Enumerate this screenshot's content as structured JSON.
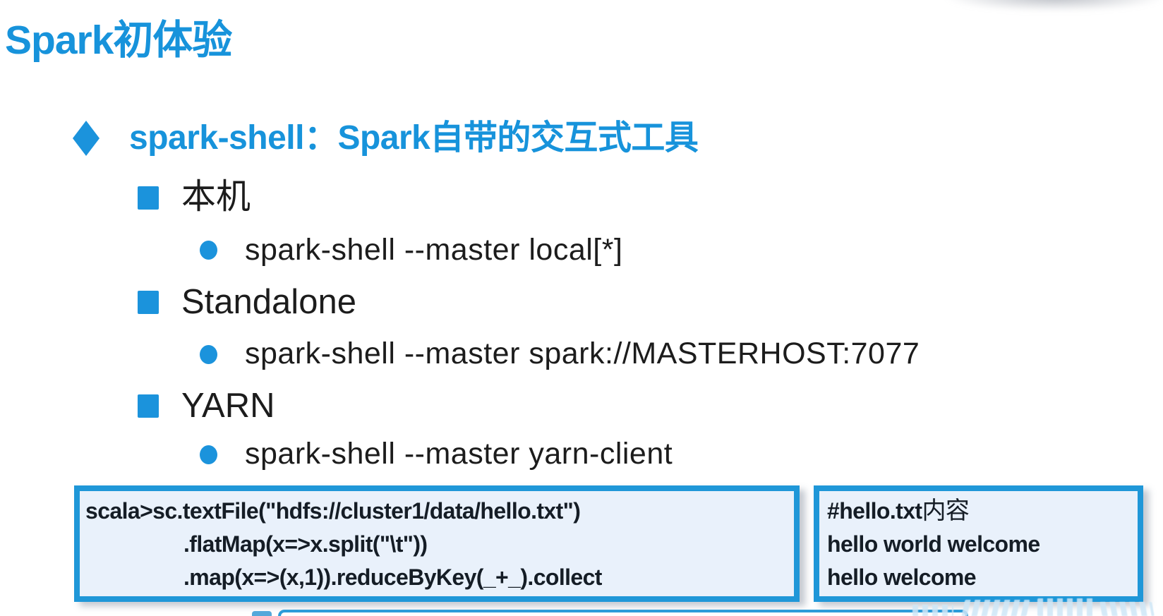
{
  "title": "Spark初体验",
  "heading": "spark-shell：Spark自带的交互式工具",
  "outline": [
    {
      "label": "本机",
      "command": "spark-shell --master local[*]"
    },
    {
      "label": "Standalone",
      "command": "spark-shell --master spark://MASTERHOST:7077"
    },
    {
      "label": "YARN",
      "command": "spark-shell --master yarn-client"
    }
  ],
  "code_box": {
    "lines": [
      "scala>sc.textFile(\"hdfs://cluster1/data/hello.txt\")",
      ".flatMap(x=>x.split(\"\\t\"))",
      ".map(x=>(x,1)).reduceByKey(_+_).collect"
    ]
  },
  "file_box": {
    "title_code": "#hello.txt",
    "title_cn": "内容",
    "lines": [
      "hello world welcome",
      "hello welcome"
    ]
  },
  "icons": {
    "level1_bullet": "diamond-icon",
    "level2_bullet": "square-icon",
    "level3_bullet": "circle-icon"
  },
  "colors": {
    "accent_text": "#1793db",
    "bullet": "#1b93dc",
    "box_border": "#1f97d8",
    "box_bg": "#e9f1fb",
    "body_text": "#1c1c1c",
    "code_text": "#151d26"
  }
}
